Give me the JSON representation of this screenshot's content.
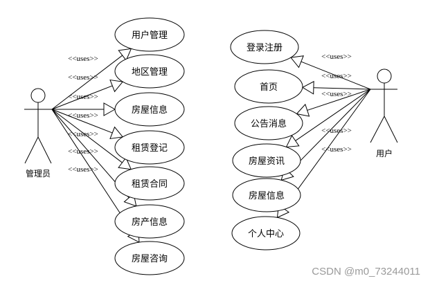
{
  "diagram": {
    "type": "use-case",
    "actors": [
      {
        "id": "admin",
        "label": "管理员"
      },
      {
        "id": "user",
        "label": "用户"
      }
    ],
    "relation_label": "<<uses>>",
    "admin_use_cases": [
      "用户管理",
      "地区管理",
      "房屋信息",
      "租赁登记",
      "租赁合同",
      "房产信息",
      "房屋咨询"
    ],
    "user_use_cases": [
      "登录注册",
      "首页",
      "公告消息",
      "房屋资讯",
      "房屋信息",
      "个人中心"
    ]
  },
  "watermark": "CSDN @m0_73244011"
}
